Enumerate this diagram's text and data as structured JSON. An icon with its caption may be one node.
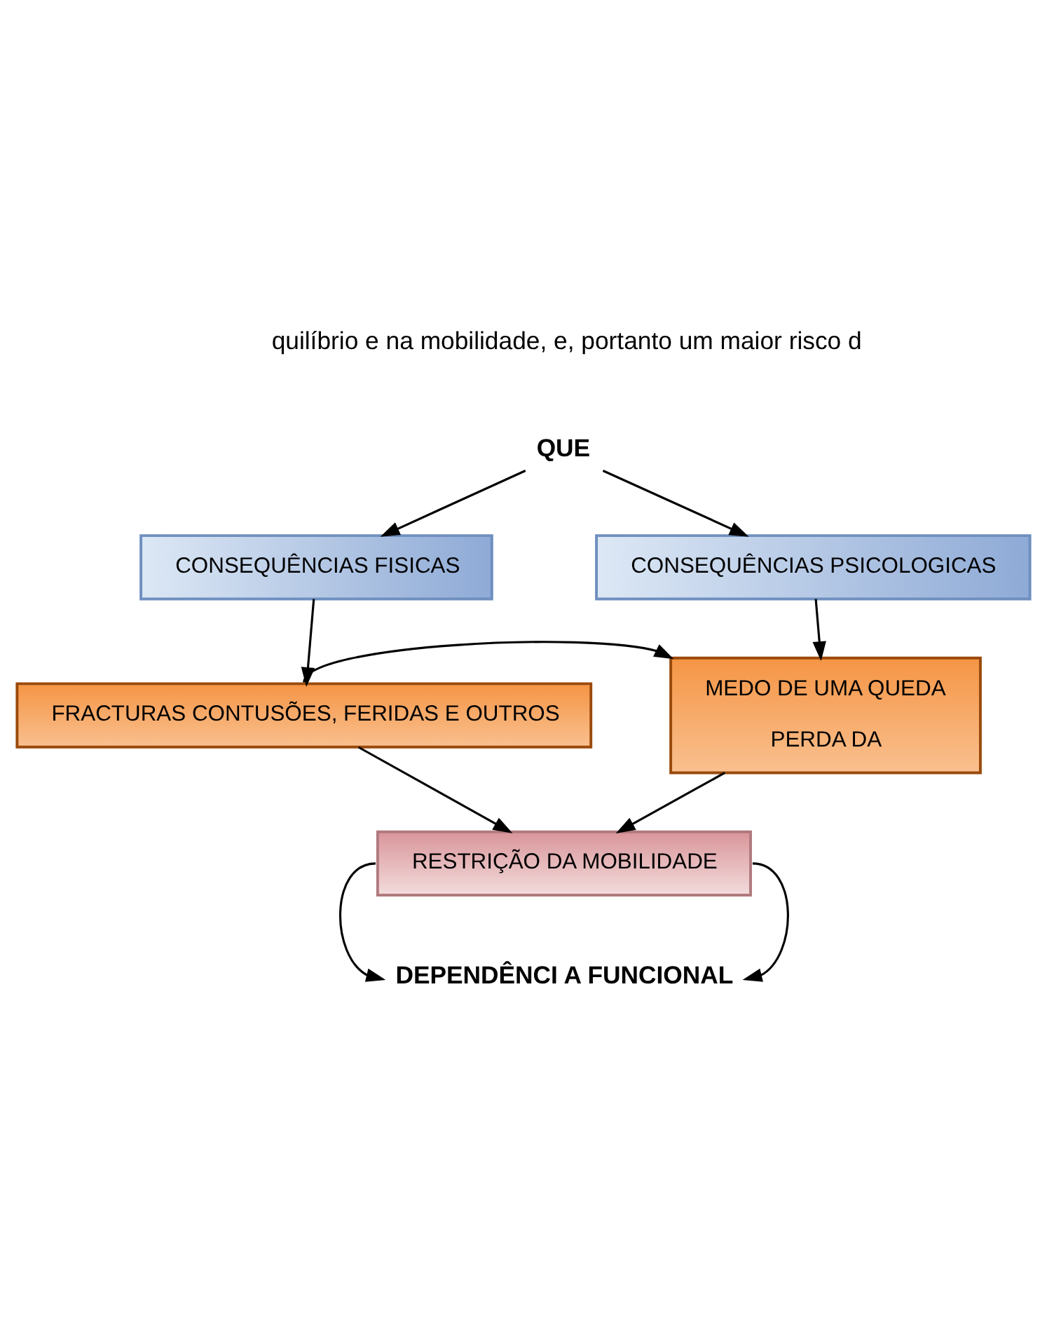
{
  "diagram": {
    "nodes": [
      {
        "text": [
          "QUE"
        ]
      },
      {
        "text": [
          "CONSEQUÊNCIAS FISICAS"
        ]
      },
      {
        "text": [
          "CONSEQUÊNCIAS PSICOLOGICAS"
        ]
      },
      {
        "text": [
          "FRACTURAS CONTUSÕES, FERIDAS E OUTROS"
        ]
      },
      {
        "text": [
          "MEDO DE UMA QUEDA",
          "PERDA DA"
        ]
      },
      {
        "text": [
          "RESTRIÇÃO DA MOBILIDADE"
        ]
      },
      {
        "text": [
          "DEPENDÊNCI A FUNCIONAL"
        ]
      }
    ],
    "edges": [
      {
        "from": 0,
        "to": 1,
        "arrow": "to"
      },
      {
        "from": 0,
        "to": 2,
        "arrow": "to"
      },
      {
        "from": 1,
        "to": 3,
        "arrow": "to"
      },
      {
        "from": 2,
        "to": 4,
        "arrow": "to"
      },
      {
        "from": 3,
        "to": 4,
        "arrow": "to"
      },
      {
        "from": 3,
        "to": 5,
        "arrow": "to"
      },
      {
        "from": 4,
        "to": 5,
        "arrow": "to"
      },
      {
        "from": 5,
        "to": 6,
        "arrow": "to"
      },
      {
        "from": 5,
        "to": 6,
        "arrow": "to"
      }
    ],
    "labels": [
      "quilíbrio e na mobilidade, e, portanto um maior risco d"
    ]
  }
}
